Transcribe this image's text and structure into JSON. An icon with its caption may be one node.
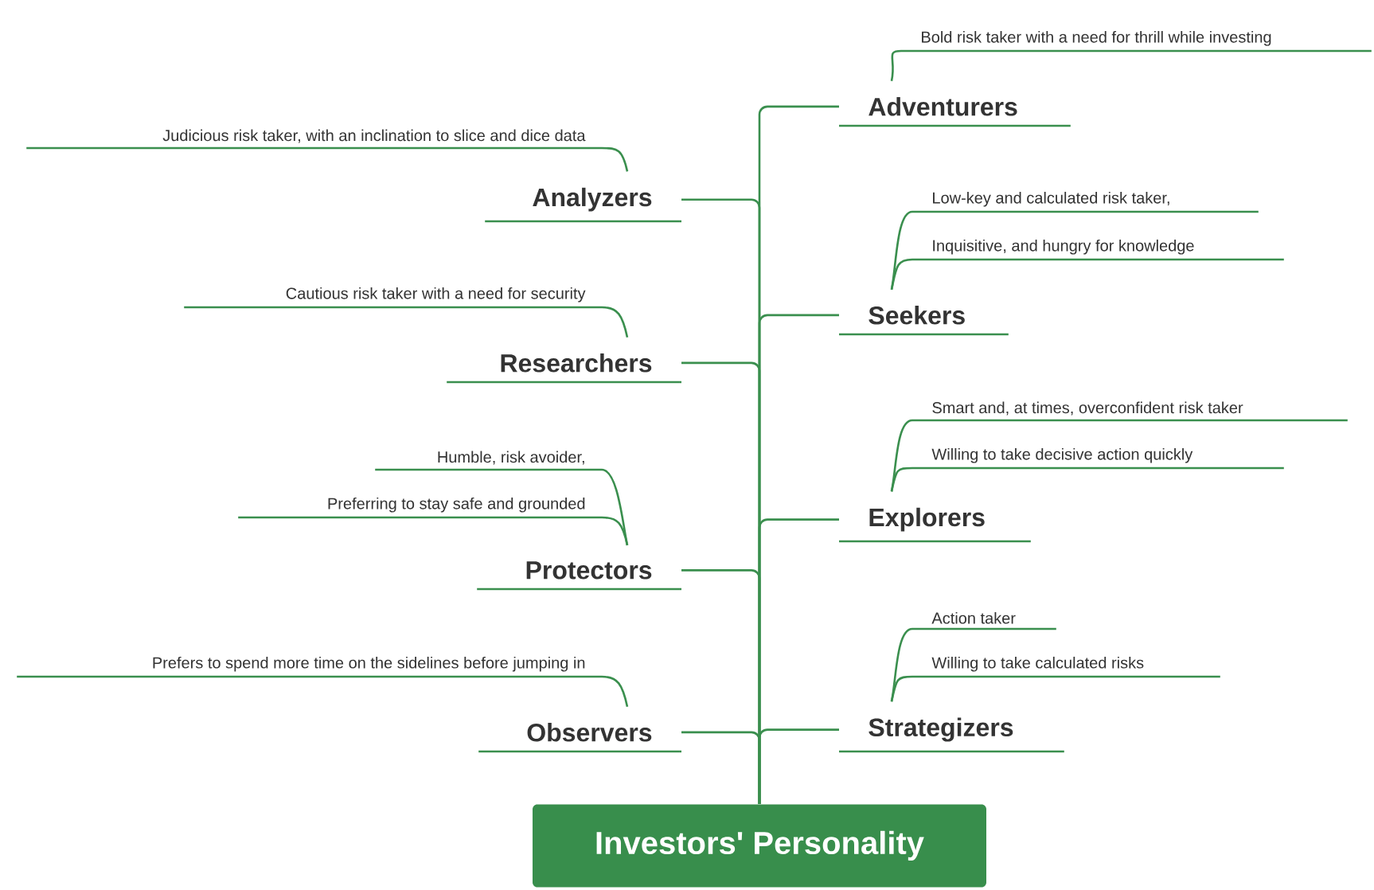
{
  "diagram": {
    "nodes": [
      {
        "text": [
          "Investors' Personality"
        ]
      },
      {
        "text": [
          "Adventurers"
        ]
      },
      {
        "text": [
          "Bold risk taker with a need for thrill while investing"
        ]
      },
      {
        "text": [
          "Analyzers"
        ]
      },
      {
        "text": [
          "Judicious risk taker, with an inclination to slice and dice data"
        ]
      },
      {
        "text": [
          "Seekers"
        ]
      },
      {
        "text": [
          "Low-key and calculated risk taker,"
        ]
      },
      {
        "text": [
          "Inquisitive, and hungry for knowledge"
        ]
      },
      {
        "text": [
          "Researchers"
        ]
      },
      {
        "text": [
          "Cautious risk taker with a need for security"
        ]
      },
      {
        "text": [
          "Explorers"
        ]
      },
      {
        "text": [
          "Smart and, at times, overconfident risk taker"
        ]
      },
      {
        "text": [
          "Willing to take decisive action quickly"
        ]
      },
      {
        "text": [
          "Protectors"
        ]
      },
      {
        "text": [
          "Humble, risk avoider,"
        ]
      },
      {
        "text": [
          "Preferring to stay safe and grounded"
        ]
      },
      {
        "text": [
          "Strategizers"
        ]
      },
      {
        "text": [
          "Action taker"
        ]
      },
      {
        "text": [
          "Willing to take calculated risks"
        ]
      },
      {
        "text": [
          "Observers"
        ]
      },
      {
        "text": [
          "Prefers to spend more time on the sidelines before jumping in"
        ]
      }
    ],
    "edges": [
      {
        "from": 0,
        "to": 1,
        "arrow": "none"
      },
      {
        "from": 0,
        "to": 3,
        "arrow": "none"
      },
      {
        "from": 0,
        "to": 5,
        "arrow": "none"
      },
      {
        "from": 0,
        "to": 8,
        "arrow": "none"
      },
      {
        "from": 0,
        "to": 10,
        "arrow": "none"
      },
      {
        "from": 0,
        "to": 13,
        "arrow": "none"
      },
      {
        "from": 0,
        "to": 16,
        "arrow": "none"
      },
      {
        "from": 0,
        "to": 19,
        "arrow": "none"
      },
      {
        "from": 1,
        "to": 2,
        "arrow": "none"
      },
      {
        "from": 3,
        "to": 4,
        "arrow": "none"
      },
      {
        "from": 5,
        "to": 6,
        "arrow": "none"
      },
      {
        "from": 5,
        "to": 7,
        "arrow": "none"
      },
      {
        "from": 8,
        "to": 9,
        "arrow": "none"
      },
      {
        "from": 10,
        "to": 11,
        "arrow": "none"
      },
      {
        "from": 10,
        "to": 12,
        "arrow": "none"
      },
      {
        "from": 13,
        "to": 14,
        "arrow": "none"
      },
      {
        "from": 13,
        "to": 15,
        "arrow": "none"
      },
      {
        "from": 16,
        "to": 17,
        "arrow": "none"
      },
      {
        "from": 16,
        "to": 18,
        "arrow": "none"
      },
      {
        "from": 19,
        "to": 20,
        "arrow": "none"
      }
    ]
  }
}
